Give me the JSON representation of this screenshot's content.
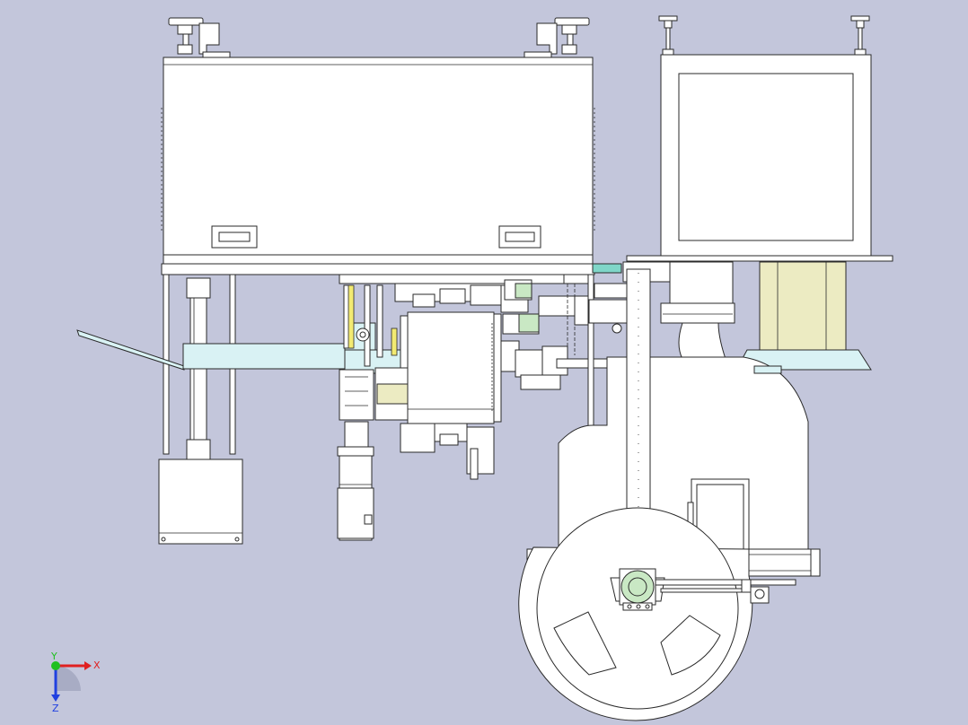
{
  "colors": {
    "background": "#c3c6db",
    "body_fill": "#ffffff",
    "outline": "#2a2a2a",
    "bracket_cyan": "#d9f2f4",
    "tan_tube": "#ecebc2",
    "tan_part": "#e2deb0",
    "green_gear": "#c9e8c4",
    "teal_part": "#7fd6c8",
    "yellow_part": "#f2ea72",
    "axis_x": "#e02020",
    "axis_y": "#20c020",
    "axis_z": "#2040e0"
  },
  "icons": {
    "triad": "coordinate-triad-icon"
  },
  "axes": {
    "x_label": "X",
    "y_label": "Y",
    "z_label": "Z"
  }
}
